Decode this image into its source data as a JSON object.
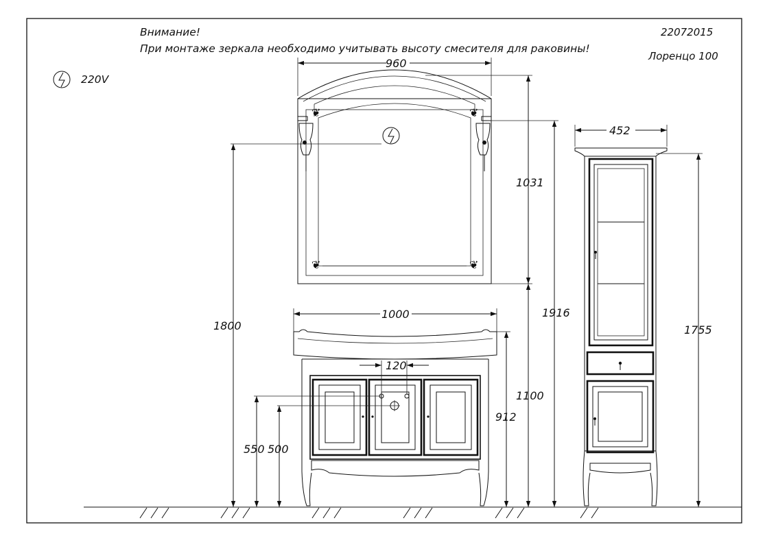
{
  "notice": {
    "title": "Внимание!",
    "text": "При монтаже зеркала необходимо учитывать высоту смесителя для раковины!"
  },
  "stamp": {
    "code": "22072015",
    "product": "Лоренцо  100"
  },
  "power": {
    "symbol": "ϟ",
    "label": "220V"
  },
  "dimensions": {
    "mirror_width": "960",
    "mirror_height": "1031",
    "mirror_socket_height": "1800",
    "mirror_top_height": "1916",
    "vanity_width": "1000",
    "vanity_mirror_bottom": "1100",
    "vanity_top_height": "912",
    "mixer_spacing": "120",
    "pipe_height_1": "550",
    "pipe_height_2": "500",
    "cabinet_width": "452",
    "cabinet_height": "1755"
  }
}
